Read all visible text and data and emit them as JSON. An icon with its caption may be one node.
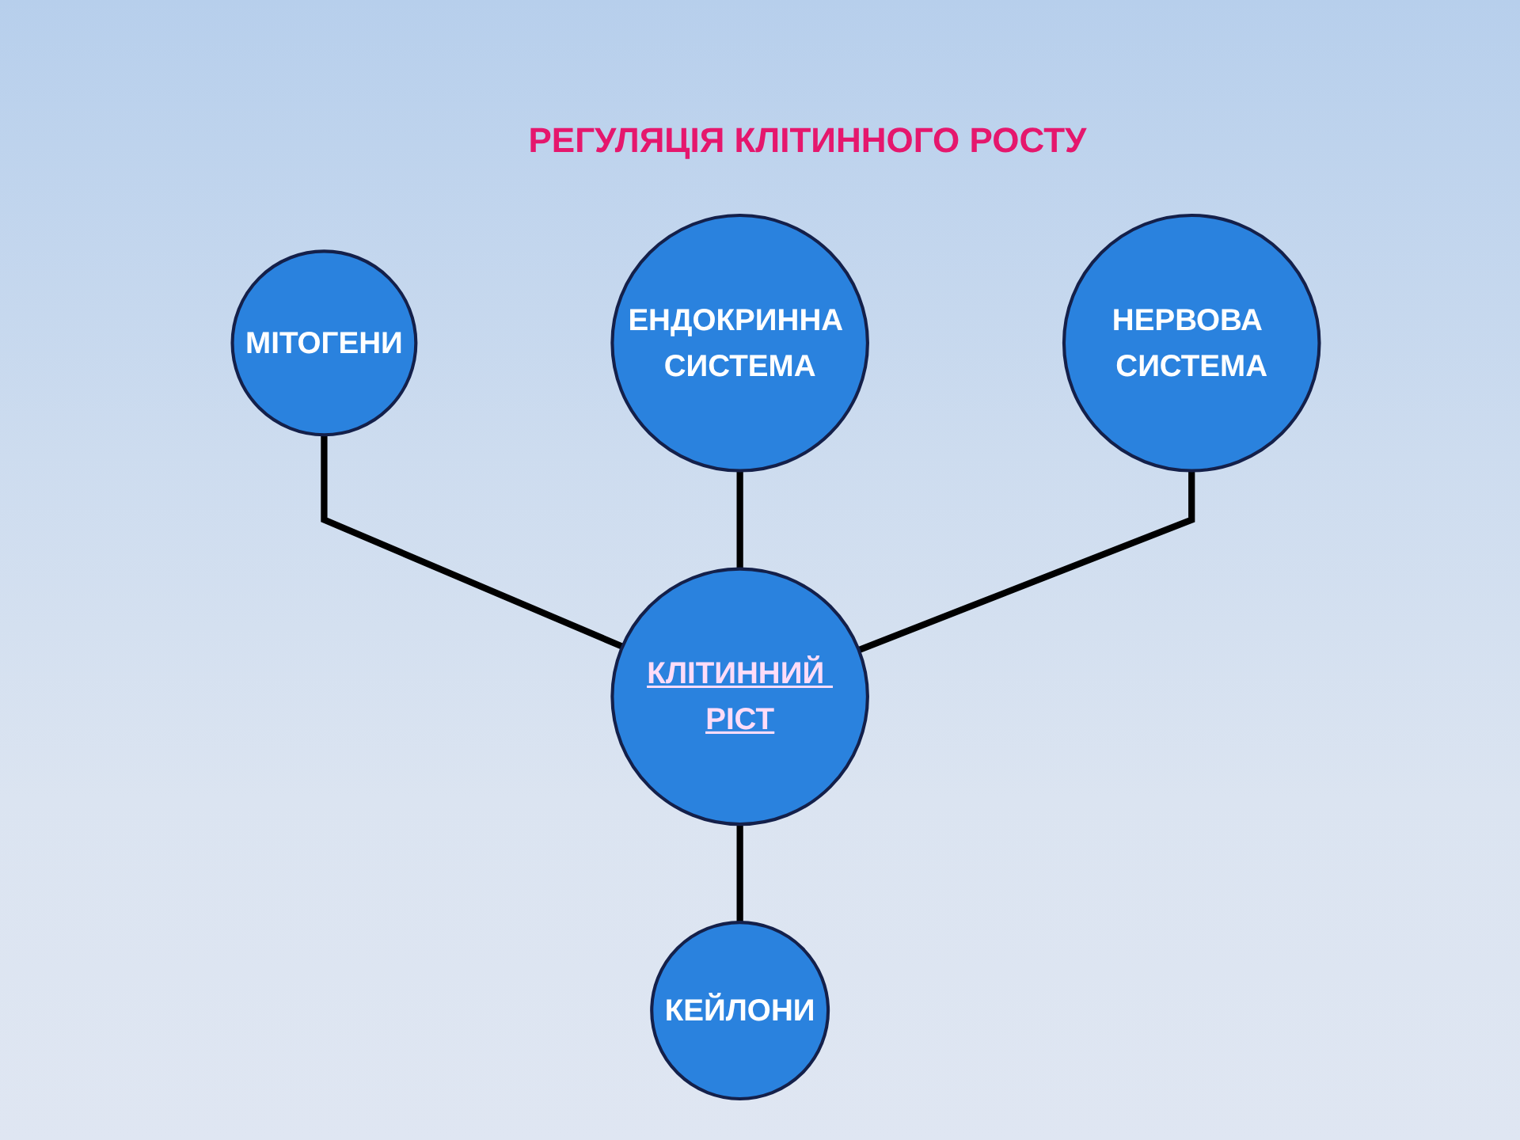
{
  "diagram": {
    "title": "РЕГУЛЯЦІЯ КЛІТИННОГО РОСТУ",
    "nodes": [
      {
        "text": [
          "МІТОГЕНИ"
        ]
      },
      {
        "text": [
          "ЕНДОКРИННА СИСТЕМА"
        ]
      },
      {
        "text": [
          "КЛІТИННИЙ РІСТ"
        ]
      },
      {
        "text": [
          "НЕРВОВА СИСТЕМА"
        ]
      },
      {
        "text": [
          "КЕЙЛОНИ"
        ]
      }
    ],
    "edges": [
      {
        "from": 0,
        "to": 2,
        "arrow": "none"
      },
      {
        "from": 1,
        "to": 2,
        "arrow": "none"
      },
      {
        "from": 3,
        "to": 2,
        "arrow": "none"
      },
      {
        "from": 2,
        "to": 4,
        "arrow": "none"
      }
    ]
  }
}
